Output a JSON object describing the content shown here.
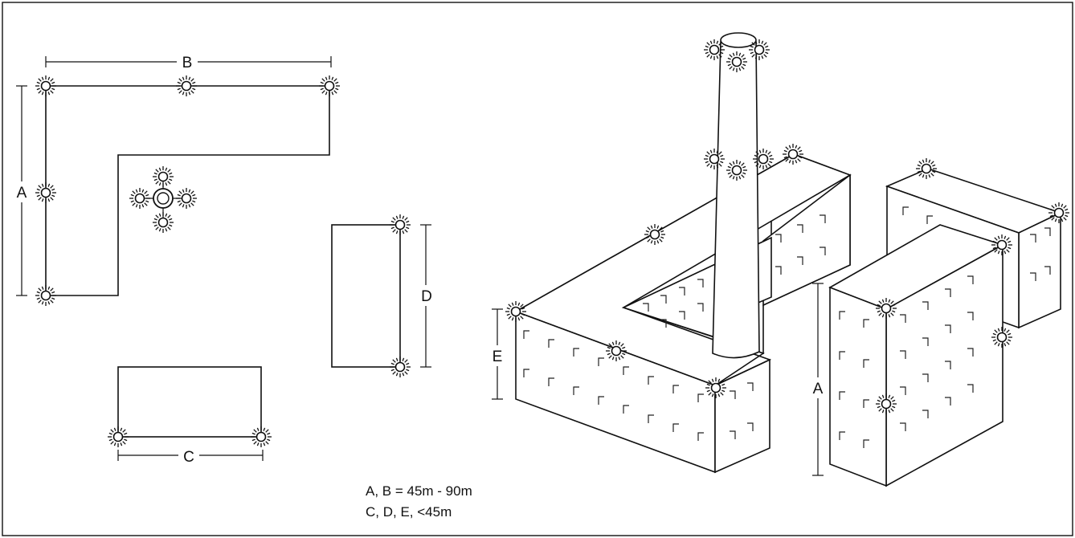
{
  "labels": {
    "plan_a": "A",
    "plan_b": "B",
    "plan_c": "C",
    "plan_d": "D",
    "iso_e": "E",
    "iso_a": "A"
  },
  "legend": {
    "line1": "A, B = 45m - 90m",
    "line2": "C, D, E, <45m"
  },
  "colors": {
    "line": "#111111",
    "background": "#ffffff"
  },
  "icons": {
    "light": "obstruction-light-icon"
  }
}
